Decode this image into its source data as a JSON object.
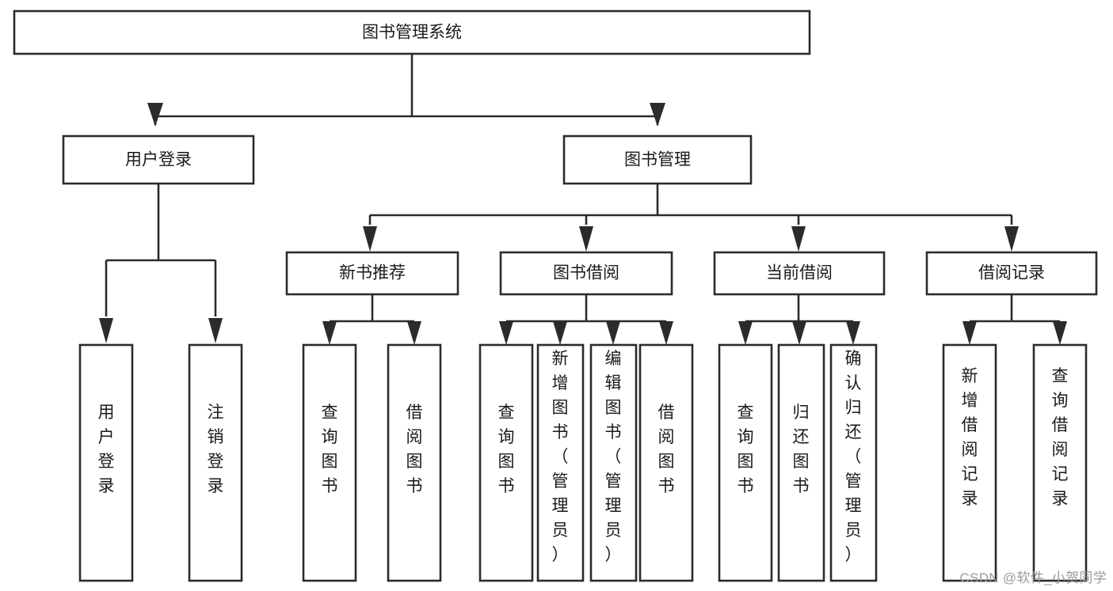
{
  "diagram": {
    "type": "tree-hierarchy",
    "title": "图书管理系统",
    "orientation": "top-down",
    "colors": {
      "box_stroke": "#2b2b2b",
      "box_fill": "#ffffff",
      "text": "#1a1a1a",
      "background": "#ffffff",
      "watermark": "#9a9a9a"
    },
    "root": {
      "label": "图书管理系统"
    },
    "level2": [
      {
        "id": "user-login",
        "label": "用户登录"
      },
      {
        "id": "book-management",
        "label": "图书管理"
      }
    ],
    "level3": [
      {
        "id": "new-book-recommend",
        "label": "新书推荐",
        "parent": "book-management"
      },
      {
        "id": "book-borrow",
        "label": "图书借阅",
        "parent": "book-management"
      },
      {
        "id": "current-borrow",
        "label": "当前借阅",
        "parent": "book-management"
      },
      {
        "id": "borrow-record",
        "label": "借阅记录",
        "parent": "book-management"
      }
    ],
    "leaves": [
      {
        "id": "leaf-user-login",
        "label": "用户登录",
        "parent": "user-login"
      },
      {
        "id": "leaf-logout-login",
        "label": "注销登录",
        "parent": "user-login"
      },
      {
        "id": "leaf-query-book-1",
        "label": "查询图书",
        "parent": "new-book-recommend"
      },
      {
        "id": "leaf-borrow-book-1",
        "label": "借阅图书",
        "parent": "new-book-recommend"
      },
      {
        "id": "leaf-query-book-2",
        "label": "查询图书",
        "parent": "book-borrow"
      },
      {
        "id": "leaf-add-book",
        "label": "新增图书（管理员）",
        "parent": "book-borrow"
      },
      {
        "id": "leaf-edit-book",
        "label": "编辑图书（管理员）",
        "parent": "book-borrow"
      },
      {
        "id": "leaf-borrow-book-2",
        "label": "借阅图书",
        "parent": "book-borrow"
      },
      {
        "id": "leaf-query-book-3",
        "label": "查询图书",
        "parent": "current-borrow"
      },
      {
        "id": "leaf-return-book",
        "label": "归还图书",
        "parent": "current-borrow"
      },
      {
        "id": "leaf-confirm-return",
        "label": "确认归还（管理员）",
        "parent": "current-borrow"
      },
      {
        "id": "leaf-add-record",
        "label": "新增借阅记录",
        "parent": "borrow-record"
      },
      {
        "id": "leaf-query-record",
        "label": "查询借阅记录",
        "parent": "borrow-record"
      }
    ],
    "watermark": "CSDN @软件_小贺同学"
  }
}
